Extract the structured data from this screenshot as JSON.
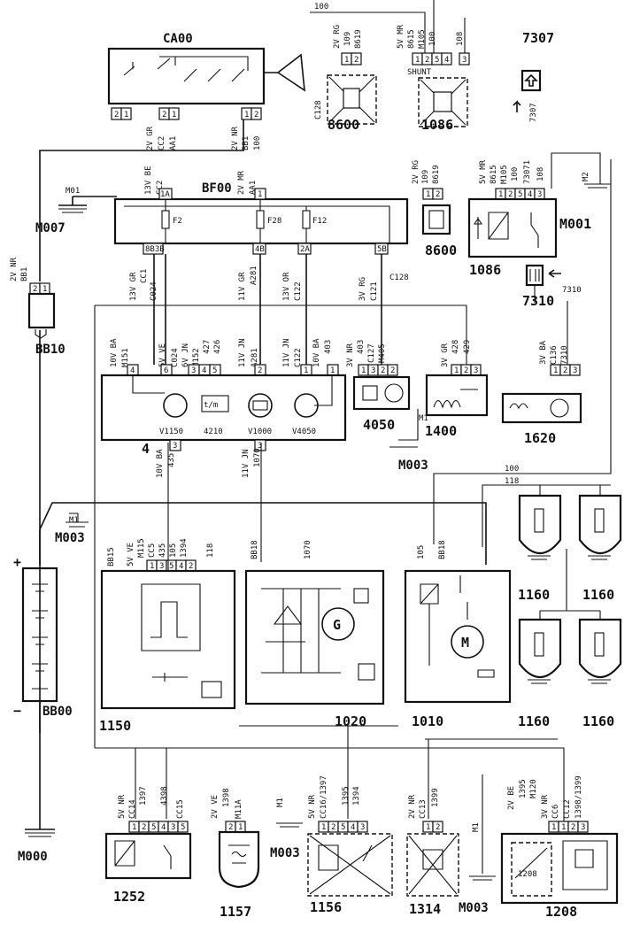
{
  "components": {
    "ca00": "CA00",
    "bf00": "BF00",
    "m007": "M007",
    "bb10": "BB10",
    "m001": "M001",
    "c8600_top": "8600",
    "c1086_top": "1086",
    "c8600": "8600",
    "c1086": "1086",
    "c7307": "7307",
    "c7310": "7310",
    "c4050": "4050",
    "c1400": "1400",
    "c1620": "1620",
    "m003_a": "M003",
    "m003_b": "M003",
    "m003_c": "M003",
    "m003_d": "M003",
    "c4": "4",
    "v1150": "V1150",
    "c4210": "4210",
    "v1000": "V1000",
    "v4050": "V4050",
    "c1150": "1150",
    "c1020": "1020",
    "c1010": "1010",
    "c1160": "1160",
    "bb00": "BB00",
    "m000": "M000",
    "c1252": "1252",
    "c1157": "1157",
    "c1156": "1156",
    "c1314": "1314",
    "c1208": "1208",
    "c128": "C128",
    "shunt": "SHUNT",
    "m2": "M2",
    "m1": "M1"
  },
  "fuses": [
    "F2",
    "F28",
    "F12"
  ],
  "connectors": {
    "ca00_pins": [
      "2V GR",
      "2V NR"
    ],
    "bf00_pins": [
      "13V BE",
      "2V MR"
    ],
    "bb10_conn": "2V NR",
    "c4_conn": [
      "10V BA",
      "5V VE",
      "6V JN",
      "11V JN",
      "11V JN",
      "10V BA"
    ],
    "c4050_conn": "3V NR",
    "c1400_conn": "3V GR",
    "c1620_conn": "3V BA",
    "c8600_conn": "2V RG",
    "c1086_conn": "5V MR",
    "c1150_conn": "5V VE",
    "c1252_conn": "5V NR",
    "c1157_conn": "2V VE",
    "c1156_conn": "5V NR",
    "c1314_conn": "2V NR",
    "c1208_conn": [
      "2V BE",
      "3V NR"
    ],
    "bf00_out": [
      "13V GR",
      "11V GR",
      "13V OR",
      "3V RG"
    ]
  },
  "wires": {
    "w100": "100",
    "w109": "109",
    "w8619": "8619",
    "w8615": "8615",
    "wM105": "M105",
    "w108": "108",
    "w7307": "7307",
    "wM01": "M01",
    "wBB1": "BB1",
    "wCC2": "CC2",
    "wAA1": "AA1",
    "wCC1": "CC1",
    "wC024": "C024",
    "wA281": "A281",
    "wC122": "C122",
    "wC121": "C121",
    "wC128": "C128",
    "wM151": "M151",
    "wM152": "M152",
    "w427": "427",
    "w426": "426",
    "w403": "403",
    "wC127": "C127",
    "wM405": "M405",
    "w428": "428",
    "w429": "429",
    "wC136": "C136",
    "w7310": "7310",
    "w73071": "73071",
    "w435": "435",
    "w1070": "1070",
    "w118": "118",
    "wBB15": "BB15",
    "wM115": "M115",
    "wCC5": "CC5",
    "w105": "105",
    "w1394": "1394",
    "wBB18": "BB18",
    "wCC14": "CC14",
    "w1397": "1397",
    "w4398": "4398",
    "wCC15": "CC15",
    "w1398": "1398",
    "wM11A": "M11A",
    "wCC16": "CC16/1397",
    "w1395": "1395",
    "wCC13": "CC13",
    "w1399": "1399",
    "wM120": "M120",
    "wCC6": "CC6",
    "wCC12": "CC12",
    "w1398_1399": "1398/1399"
  },
  "legend_symbols": {
    "g": "G",
    "m": "M",
    "plus": "+",
    "minus": "−"
  }
}
